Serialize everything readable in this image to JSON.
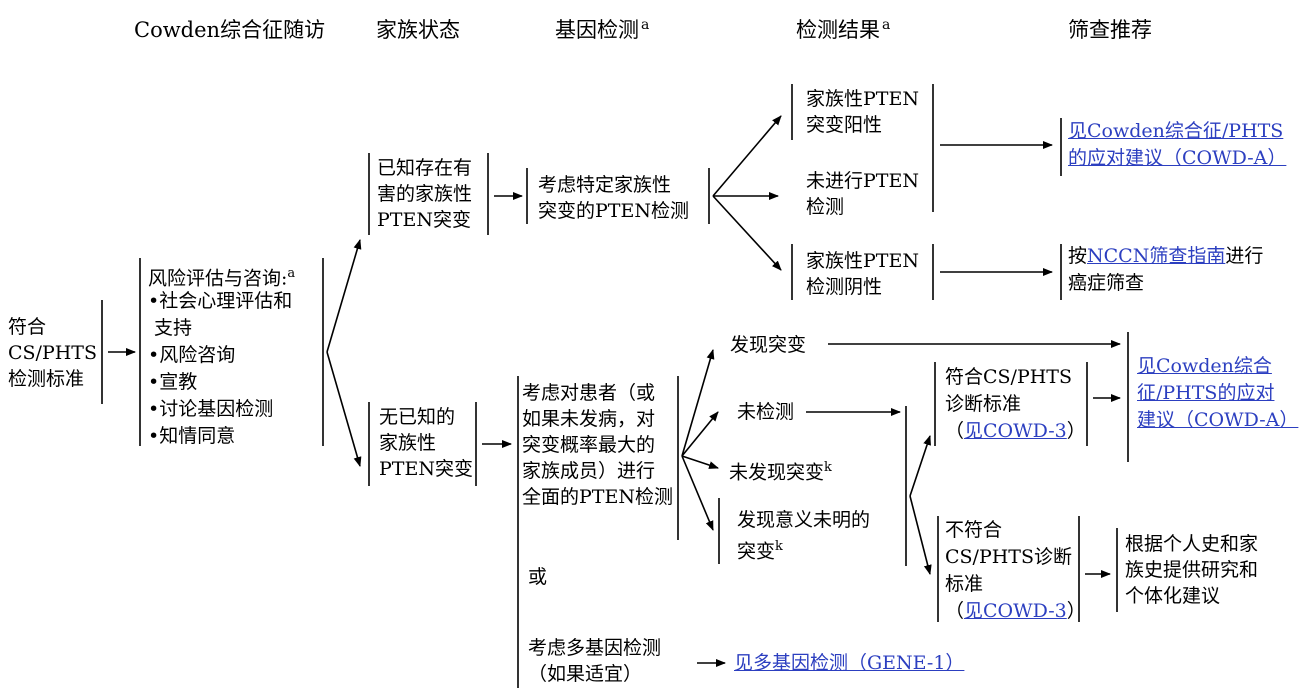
{
  "headers": {
    "col1": "Cowden综合征随访",
    "col2": "家族状态",
    "col3": "基因检测",
    "col3_sup": "a",
    "col4": "检测结果",
    "col4_sup": "a",
    "col5": "筛查推荐"
  },
  "start_node": "符合\nCS/PHTS\n检测标准",
  "risk_box": {
    "title": "风险评估与咨询:",
    "title_sup": "a",
    "items": [
      "•社会心理评估和",
      " 支持",
      "•风险咨询",
      "•宣教",
      "•讨论基因检测",
      "•知情同意"
    ]
  },
  "family": {
    "known": "已知存在有\n害的家族性\nPTEN突变",
    "unknown": "无已知的\n家族性\nPTEN突变"
  },
  "tests": {
    "specific": "考虑特定家族性\n突变的PTEN检测",
    "comprehensive": "考虑对患者（或\n如果未发病，对\n突变概率最大的\n家族成员）进行\n全面的PTEN检测",
    "or": "或",
    "multigene": "考虑多基因检测\n（如果适宜）"
  },
  "results_known": {
    "positive": "家族性PTEN\n突变阳性",
    "not_tested": "未进行PTEN\n检测",
    "negative": "家族性PTEN\n检测阴性"
  },
  "results_unknown": {
    "found": "发现突变",
    "not_tested": "未检测",
    "not_found": "未发现突变",
    "not_found_sup": "k",
    "vus_line1": "发现意义未明的",
    "vus_line2": "突变",
    "vus_sup": "k"
  },
  "criteria": {
    "meets_1": "符合CS/PHTS",
    "meets_2": "诊断标准",
    "meets_3_pre": "（",
    "meets_3_link": "见COWD-3",
    "meets_3_post": "）",
    "notmeets_1": "不符合",
    "notmeets_2": "CS/PHTS诊断",
    "notmeets_3": "标准",
    "notmeets_4_pre": "（",
    "notmeets_4_link": "见COWD-3",
    "notmeets_4_post": "）"
  },
  "recommendations": {
    "cowd_a_top_1": "见Cowden综合征/PHTS",
    "cowd_a_top_2": "的应对建议（COWD-A）",
    "nccn_pre": "按",
    "nccn_link": "NCCN筛查指南",
    "nccn_post": "进行",
    "nccn_line2": "癌症筛查",
    "cowd_a_mid_1": "见Cowden综合",
    "cowd_a_mid_2": "征/PHTS的应对",
    "cowd_a_mid_3": "建议（COWD-A）",
    "individual": "根据个人史和家\n族史提供研究和\n个体化建议",
    "gene1": "见多基因检测（GENE-1）"
  }
}
